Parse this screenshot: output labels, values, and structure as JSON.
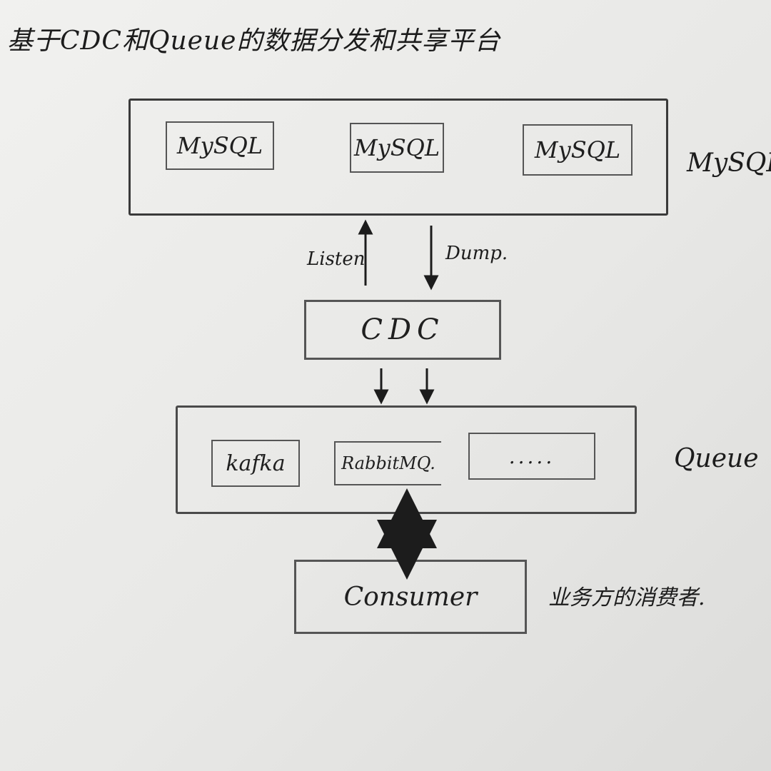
{
  "title": "基于CDC和Queue的数据分发和共享平台",
  "mysql_group": {
    "label": "MySQL",
    "instances": [
      "MySQL",
      "MySQL",
      "MySQL"
    ]
  },
  "arrows": {
    "listen": "Listen",
    "dump": "Dump."
  },
  "cdc": {
    "label": "CDC"
  },
  "queue_group": {
    "label": "Queue",
    "items": [
      "kafka",
      "RabbitMQ.",
      "....."
    ]
  },
  "consumer": {
    "label": "Consumer",
    "note": "业务方的消费者."
  }
}
